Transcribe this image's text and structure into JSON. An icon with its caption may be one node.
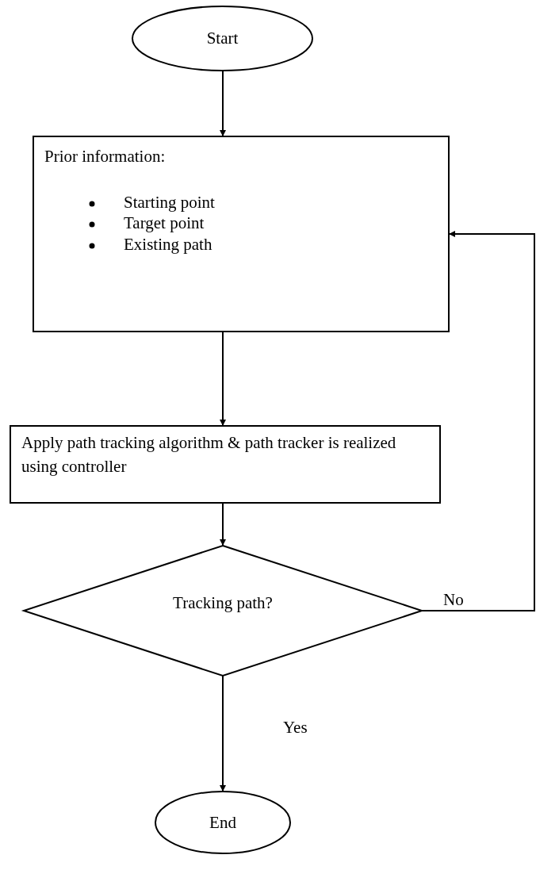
{
  "diagram": {
    "nodes": [
      {
        "text": [
          "Start"
        ]
      },
      {
        "text": [
          "Prior information:",
          "Starting point",
          "Target point",
          "Existing path"
        ]
      },
      {
        "text": [
          "Apply path tracking algorithm & path tracker is realized using controller"
        ]
      },
      {
        "text": [
          "Tracking path?"
        ]
      },
      {
        "text": [
          "End"
        ]
      }
    ],
    "edges": [
      {
        "from": 0,
        "to": 1,
        "arrow": "to"
      },
      {
        "from": 1,
        "to": 2,
        "arrow": "to"
      },
      {
        "from": 2,
        "to": 3,
        "arrow": "to"
      },
      {
        "from": 3,
        "to": 1,
        "arrow": "to",
        "label": "No"
      },
      {
        "from": 3,
        "to": 4,
        "arrow": "to",
        "label": "Yes"
      }
    ]
  }
}
